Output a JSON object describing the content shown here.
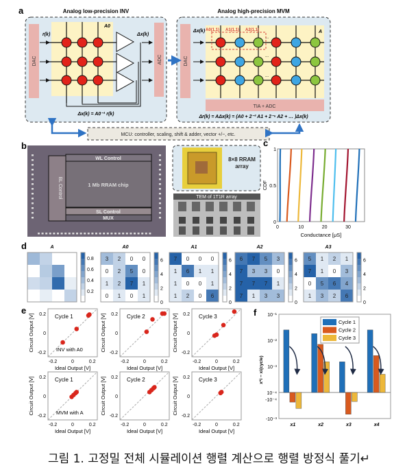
{
  "panel_labels": {
    "a": "a",
    "b": "b",
    "c": "c",
    "d": "d",
    "e": "e",
    "f": "f"
  },
  "panel_a": {
    "left_title": "Analog low-precision INV",
    "right_title": "Analog high-precision MVM",
    "dac": "DAC",
    "adc": "ADC",
    "left_input": "r(k)",
    "left_output": "Δx(k)",
    "left_matrix": "A0",
    "left_formula": "Δx(k) = A0⁻¹ r(k)",
    "right_input": "Δx(k)",
    "right_matrix": "A",
    "slice_labels": [
      "A0(1,1)",
      "A1(1,1)",
      "A2(1,1)"
    ],
    "ellipsis": "...",
    "tia_adc": "TIA + ADC",
    "right_formula": "Δr(k) = AΔx(k) = (A0 + 2⁻³ A1 + 2⁻⁶ A2 + … )Δx(k)",
    "mcu": "MCU: controller, scaling, shift & adder, vector +/−, etc.",
    "colors": {
      "red": "#e2231a",
      "blue": "#3ea6e3",
      "green": "#8dc63f",
      "panel_bg": "#dde9f1",
      "grid_bg": "#fdf3c4",
      "converter": "#e9b3ae",
      "arrow": "#2f73c4"
    }
  },
  "panel_b": {
    "wl": "WL Control",
    "bl": "BL Control",
    "chip": "1 Mb RRAM chip",
    "sl": "SL Control",
    "mux": "MUX",
    "inset": "8×8 RRAM array",
    "tem": "TEM of 1T1R array"
  },
  "chart_data": [
    {
      "type": "line",
      "panel": "c",
      "xlabel": "Conductance [μS]",
      "ylabel": "CDF",
      "xlim": [
        0,
        37
      ],
      "ylim": [
        0,
        1
      ],
      "xticks": [
        "0",
        "10",
        "20",
        "30"
      ],
      "yticks": [
        "0",
        "0.5",
        "1"
      ],
      "series": [
        {
          "x": [
            1.0,
            1.2
          ],
          "y": [
            0,
            1
          ],
          "color": "#1f6fb8"
        },
        {
          "x": [
            4.0,
            5.8
          ],
          "y": [
            0,
            1
          ],
          "color": "#d95a1e"
        },
        {
          "x": [
            8.8,
            10.3
          ],
          "y": [
            0,
            1
          ],
          "color": "#edb83a"
        },
        {
          "x": [
            13.7,
            15.5
          ],
          "y": [
            0,
            1
          ],
          "color": "#7e2f8e"
        },
        {
          "x": [
            18.5,
            20.3
          ],
          "y": [
            0,
            1
          ],
          "color": "#77ac30"
        },
        {
          "x": [
            23.5,
            24.8
          ],
          "y": [
            0,
            1
          ],
          "color": "#4dbeee"
        },
        {
          "x": [
            28.3,
            30.0
          ],
          "y": [
            0,
            1
          ],
          "color": "#a2142f"
        },
        {
          "x": [
            33.2,
            34.8
          ],
          "y": [
            0,
            1
          ],
          "color": "#1f6fb8"
        }
      ]
    },
    {
      "type": "heatmap",
      "panel": "d",
      "matrices": [
        {
          "title": "A",
          "show_values": false,
          "range": [
            0,
            0.9
          ],
          "cbar_ticks": [
            "0.2",
            "0.4",
            "0.6",
            "0.8"
          ],
          "values": [
            [
              0.4,
              0.25,
              0,
              0
            ],
            [
              0,
              0.3,
              0.55,
              0
            ],
            [
              0.2,
              0.25,
              0.85,
              0.1
            ],
            [
              0,
              0.1,
              0,
              0.25
            ]
          ]
        },
        {
          "title": "A0",
          "show_values": true,
          "range": [
            0,
            7
          ],
          "cbar_ticks": [
            "0",
            "2",
            "4",
            "6"
          ],
          "values": [
            [
              3,
              2,
              0,
              0
            ],
            [
              0,
              2,
              5,
              0
            ],
            [
              1,
              2,
              7,
              1
            ],
            [
              0,
              1,
              0,
              1
            ]
          ]
        },
        {
          "title": "A1",
          "show_values": true,
          "range": [
            0,
            7
          ],
          "cbar_ticks": [
            "0",
            "2",
            "4",
            "6"
          ],
          "values": [
            [
              7,
              0,
              0,
              0
            ],
            [
              1,
              6,
              1,
              1
            ],
            [
              1,
              0,
              0,
              1
            ],
            [
              1,
              2,
              0,
              6
            ]
          ]
        },
        {
          "title": "A2",
          "show_values": true,
          "range": [
            0,
            7
          ],
          "cbar_ticks": [
            "0",
            "2",
            "4",
            "6"
          ],
          "values": [
            [
              6,
              7,
              5,
              3
            ],
            [
              7,
              3,
              3,
              0
            ],
            [
              7,
              7,
              7,
              1
            ],
            [
              7,
              1,
              3,
              3
            ]
          ]
        },
        {
          "title": "A3",
          "show_values": true,
          "range": [
            0,
            7
          ],
          "cbar_ticks": [
            "0",
            "2",
            "4",
            "6"
          ],
          "values": [
            [
              5,
              1,
              2,
              1
            ],
            [
              7,
              1,
              0,
              3
            ],
            [
              0,
              5,
              6,
              4
            ],
            [
              1,
              3,
              2,
              6
            ]
          ]
        }
      ]
    },
    {
      "type": "scatter",
      "panel": "e",
      "xlabel": "Ideal Output [V]",
      "ylabel": "Circuit Output [V]",
      "xlim": [
        -0.25,
        0.25
      ],
      "ylim": [
        -0.25,
        0.25
      ],
      "ticks": [
        "-0.2",
        "0",
        "0.2"
      ],
      "plots": [
        {
          "title": "Cycle 1",
          "note": "INV with A0",
          "points": [
            [
              -0.1,
              -0.1
            ],
            [
              0.04,
              0.04
            ],
            [
              0.16,
              0.18
            ],
            [
              0.17,
              0.19
            ]
          ]
        },
        {
          "title": "Cycle 2",
          "note": "",
          "points": [
            [
              0.02,
              0.01
            ],
            [
              0.08,
              0.14
            ],
            [
              0.18,
              0.2
            ],
            [
              0.2,
              0.2
            ]
          ]
        },
        {
          "title": "Cycle 3",
          "note": "",
          "points": [
            [
              -0.02,
              -0.03
            ],
            [
              0,
              -0.02
            ],
            [
              0.07,
              0.08
            ],
            [
              0.18,
              0.22
            ]
          ]
        },
        {
          "title": "Cycle 1",
          "note": "MVM with A",
          "points": [
            [
              -0.01,
              -0.01
            ],
            [
              0.01,
              0.01
            ],
            [
              0.03,
              0.03
            ],
            [
              0.04,
              0.04
            ]
          ]
        },
        {
          "title": "Cycle 2",
          "note": "",
          "points": [
            [
              0.05,
              0.04
            ],
            [
              0.07,
              0.06
            ],
            [
              0.09,
              0.08
            ],
            [
              0.1,
              0.09
            ]
          ]
        },
        {
          "title": "Cycle 3",
          "note": "",
          "points": [
            [
              0.04,
              0.03
            ],
            [
              0.05,
              0.04
            ]
          ]
        }
      ]
    },
    {
      "type": "bar",
      "panel": "f",
      "scale": "symlog",
      "ylabel": "x*i − xi(cycle)",
      "categories": [
        "x1",
        "x2",
        "x3",
        "x4"
      ],
      "yticks": [
        "10⁻¹",
        "10⁻²",
        "10⁻³",
        "10⁻⁴",
        "-10⁻⁴",
        "-10⁻³"
      ],
      "legend_position": "top-right",
      "series": [
        {
          "name": "Cycle 1",
          "color": "#1f6fb8",
          "values": [
            0.025,
            0.018,
            0.0015,
            0.025
          ]
        },
        {
          "name": "Cycle 2",
          "color": "#d95a1e",
          "values": [
            -0.00014,
            0.007,
            -0.0006,
            0.0026
          ]
        },
        {
          "name": "Cycle 3",
          "color": "#edb83a",
          "values": [
            -0.0003,
            0.0015,
            -0.00013,
            0.0005
          ]
        }
      ]
    }
  ],
  "caption": "그림 1. 고정밀 전체 시뮬레이션 행렬 계산으로 행렬 방정식 풀기↵"
}
